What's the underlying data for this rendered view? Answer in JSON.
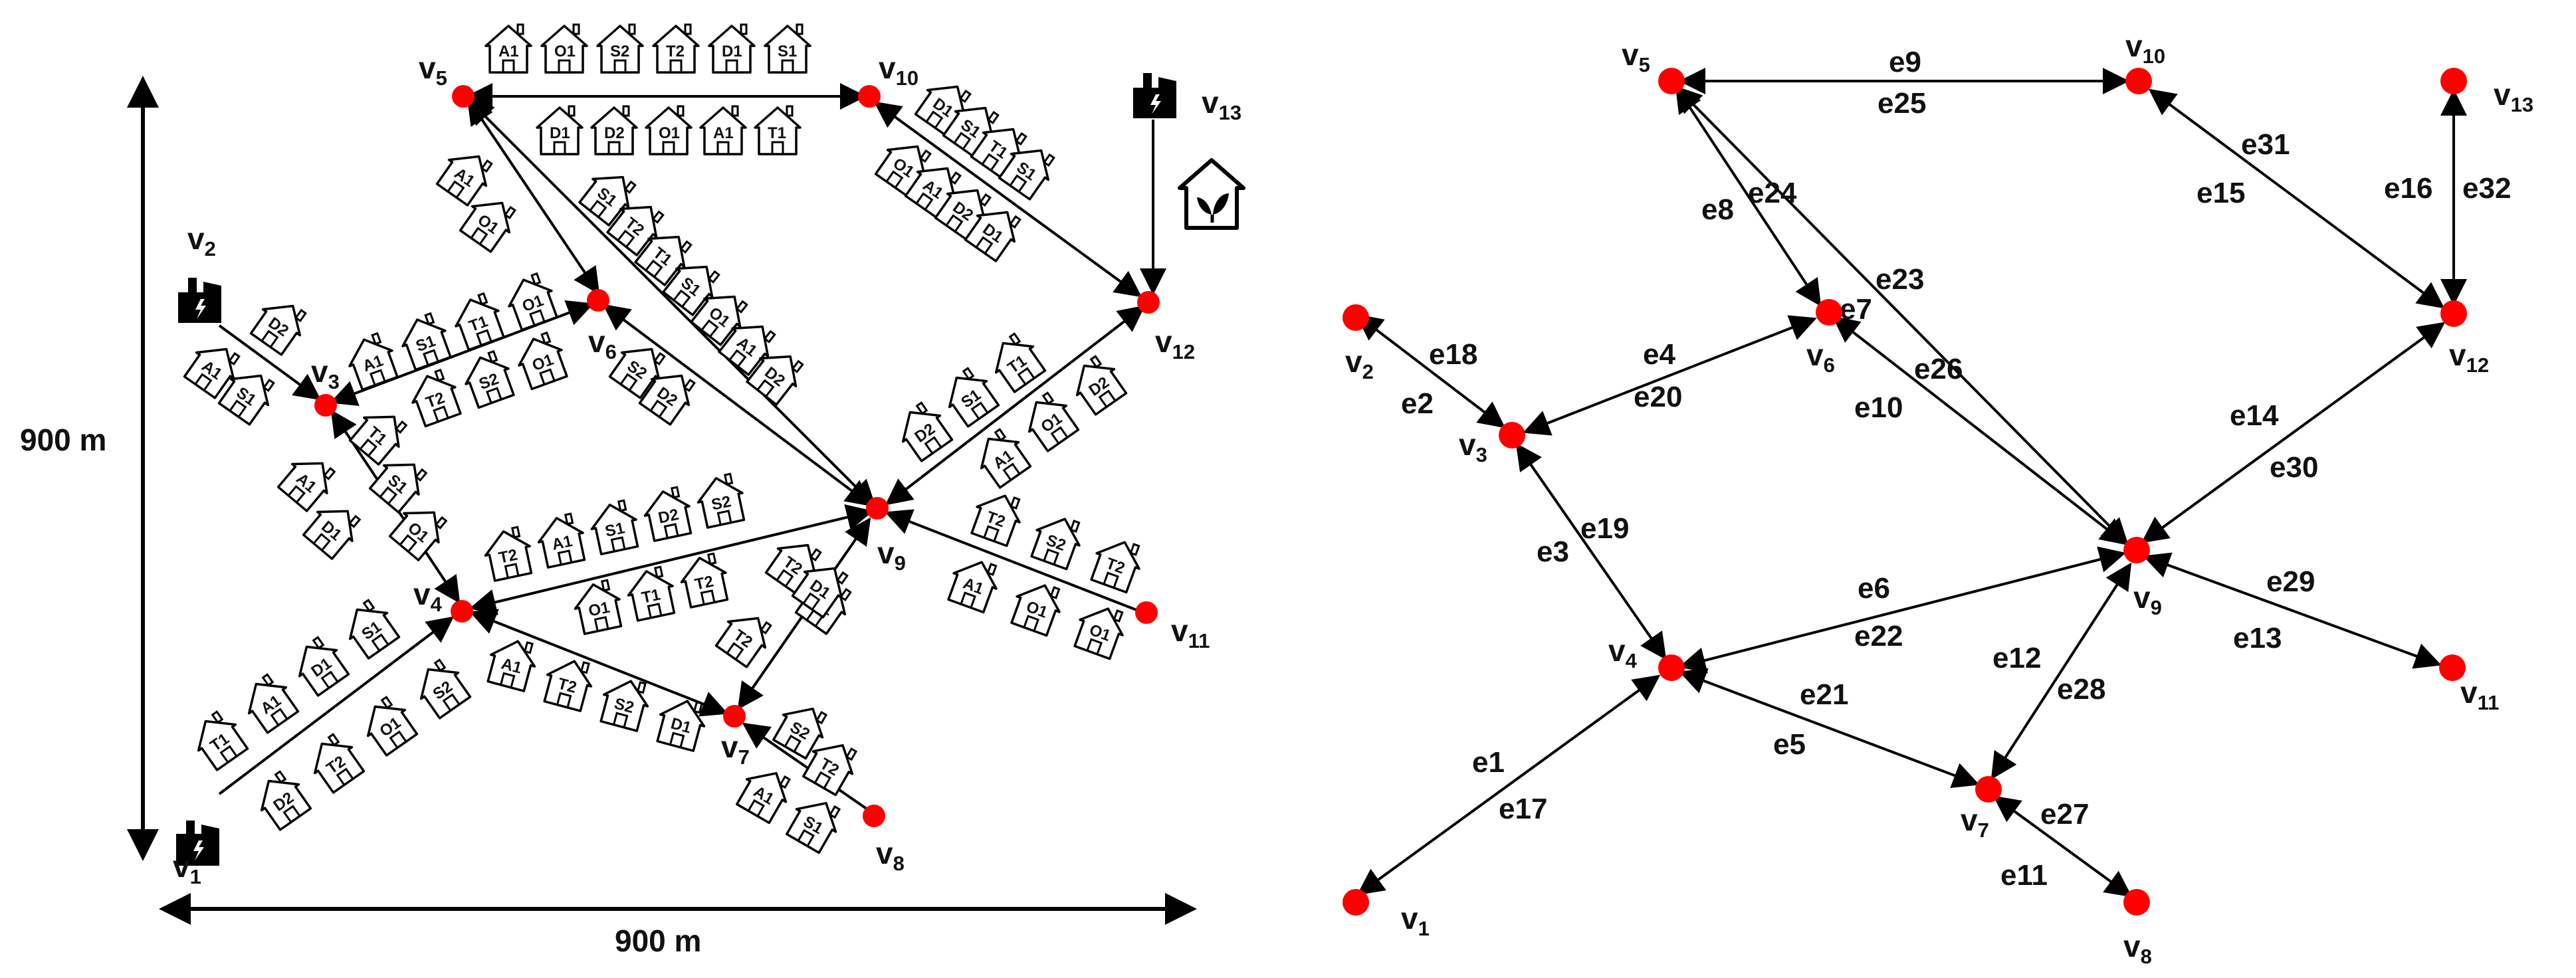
{
  "left_panel": {
    "dimension_vertical": "900 m",
    "dimension_horizontal": "900 m",
    "nodes": [
      {
        "id": "1",
        "label": "v",
        "sub": "1"
      },
      {
        "id": "2",
        "label": "v",
        "sub": "2"
      },
      {
        "id": "3",
        "label": "v",
        "sub": "3"
      },
      {
        "id": "4",
        "label": "v",
        "sub": "4"
      },
      {
        "id": "5",
        "label": "v",
        "sub": "5"
      },
      {
        "id": "6",
        "label": "v",
        "sub": "6"
      },
      {
        "id": "7",
        "label": "v",
        "sub": "7"
      },
      {
        "id": "8",
        "label": "v",
        "sub": "8"
      },
      {
        "id": "9",
        "label": "v",
        "sub": "9"
      },
      {
        "id": "10",
        "label": "v",
        "sub": "10"
      },
      {
        "id": "11",
        "label": "v",
        "sub": "11"
      },
      {
        "id": "12",
        "label": "v",
        "sub": "12"
      },
      {
        "id": "13",
        "label": "v",
        "sub": "13"
      }
    ],
    "house_groups": [
      {
        "edge": "5-10",
        "codes": [
          "A1",
          "O1",
          "S2",
          "T2",
          "D1",
          "S1"
        ]
      },
      {
        "edge": "5-10",
        "codes": [
          "D1",
          "D2",
          "O1",
          "A1",
          "T1"
        ]
      },
      {
        "edge": "10-12",
        "codes": [
          "D1",
          "S1",
          "T1",
          "S1"
        ]
      },
      {
        "edge": "10-12",
        "codes": [
          "O1",
          "A1",
          "D2",
          "D1"
        ]
      },
      {
        "edge": "5-6",
        "codes": [
          "A1",
          "O1"
        ]
      },
      {
        "edge": "5-9",
        "codes": [
          "S1",
          "T2",
          "T1",
          "S1",
          "O1",
          "A1",
          "D2"
        ]
      },
      {
        "edge": "6-9",
        "codes": [
          "S2",
          "D2"
        ]
      },
      {
        "edge": "2-3",
        "codes": [
          "D2"
        ]
      },
      {
        "edge": "2-3",
        "codes": [
          "A1",
          "S1"
        ]
      },
      {
        "edge": "3-6",
        "codes": [
          "A1",
          "S1",
          "T1",
          "O1"
        ]
      },
      {
        "edge": "3-6",
        "codes": [
          "T2",
          "S2",
          "O1"
        ]
      },
      {
        "edge": "3-4",
        "codes": [
          "T1",
          "S1",
          "O1"
        ]
      },
      {
        "edge": "3-4",
        "codes": [
          "A1",
          "D1"
        ]
      },
      {
        "edge": "9-12",
        "codes": [
          "D2",
          "S1",
          "T1"
        ]
      },
      {
        "edge": "9-12",
        "codes": [
          "A1",
          "O1",
          "D2"
        ]
      },
      {
        "edge": "9-11",
        "codes": [
          "T2",
          "S2",
          "T2"
        ]
      },
      {
        "edge": "9-11",
        "codes": [
          "A1",
          "O1",
          "O1"
        ]
      },
      {
        "edge": "4-9",
        "codes": [
          "T2",
          "A1",
          "S1",
          "D2",
          "S2"
        ]
      },
      {
        "edge": "4-9",
        "codes": [
          "O1",
          "T1",
          "T2"
        ]
      },
      {
        "edge": "7-9",
        "codes": [
          "T2",
          "D1"
        ]
      },
      {
        "edge": "7-9",
        "codes": [
          "T2",
          "D1"
        ]
      },
      {
        "edge": "4-7",
        "codes": [
          "A1",
          "T2",
          "S2",
          "D1"
        ]
      },
      {
        "edge": "7-8",
        "codes": [
          "S2",
          "T2"
        ]
      },
      {
        "edge": "7-8",
        "codes": [
          "A1",
          "S1"
        ]
      },
      {
        "edge": "1-4",
        "codes": [
          "T1",
          "A1",
          "D1",
          "S1"
        ]
      },
      {
        "edge": "1-4",
        "codes": [
          "D2",
          "T2",
          "O1",
          "S2"
        ]
      }
    ]
  },
  "right_panel": {
    "nodes": [
      {
        "id": "1",
        "label": "v",
        "sub": "1"
      },
      {
        "id": "2",
        "label": "v",
        "sub": "2"
      },
      {
        "id": "3",
        "label": "v",
        "sub": "3"
      },
      {
        "id": "4",
        "label": "v",
        "sub": "4"
      },
      {
        "id": "5",
        "label": "v",
        "sub": "5"
      },
      {
        "id": "6",
        "label": "v",
        "sub": "6"
      },
      {
        "id": "7",
        "label": "v",
        "sub": "7"
      },
      {
        "id": "8",
        "label": "v",
        "sub": "8"
      },
      {
        "id": "9",
        "label": "v",
        "sub": "9"
      },
      {
        "id": "10",
        "label": "v",
        "sub": "10"
      },
      {
        "id": "11",
        "label": "v",
        "sub": "11"
      },
      {
        "id": "12",
        "label": "v",
        "sub": "12"
      },
      {
        "id": "13",
        "label": "v",
        "sub": "13"
      }
    ],
    "edge_labels": [
      "e1",
      "e2",
      "e3",
      "e4",
      "e5",
      "e6",
      "e7",
      "e8",
      "e9",
      "e10",
      "e11",
      "e12",
      "e13",
      "e14",
      "e15",
      "e16",
      "e17",
      "e18",
      "e19",
      "e20",
      "e21",
      "e22",
      "e23",
      "e24",
      "e25",
      "e26",
      "e27",
      "e28",
      "e29",
      "e30",
      "e31",
      "e32"
    ]
  },
  "colors": {
    "node": "#ff0000",
    "line": "#000000",
    "facility": "#000000"
  },
  "icons": {
    "facility": "factory-icon",
    "green_building": "green-house-icon",
    "building": "house-icon"
  }
}
